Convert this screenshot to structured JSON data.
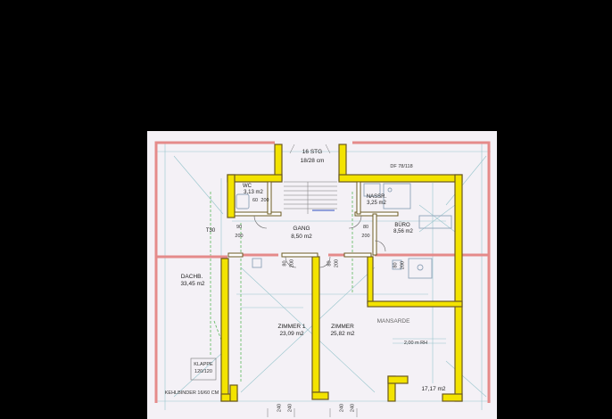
{
  "plan": {
    "colors": {
      "background": "#000000",
      "paper": "#f4f1f6",
      "wall_fill": "#f3e300",
      "wall_stroke": "#6b5a22",
      "roof_line": "#e58a8a",
      "grid": "#8ec0c8",
      "dashed": "#5cb85c",
      "fixture": "#8fa3b8"
    },
    "stairs": {
      "label": "16 STG",
      "sub": "18/28 cm"
    },
    "corner_note": "DF 78/118",
    "rooms": {
      "wc": {
        "name": "WC",
        "area": "3,13 m2"
      },
      "nass": {
        "name": "NASSR.",
        "area": "3,25 m2"
      },
      "gang": {
        "name": "GANG",
        "area": "8,50 m2"
      },
      "buero": {
        "name": "BÜRO",
        "area": "8,56 m2"
      },
      "dach_left": {
        "name": "DACHB.",
        "area": "33,45 m2"
      },
      "zimmer1": {
        "name": "ZIMMER 1",
        "area": "23,09 m2"
      },
      "zimmer2": {
        "name": "ZIMMER",
        "area": "25,82 m2"
      },
      "bottom_right": {
        "area": "17,17 m2"
      }
    },
    "labels": {
      "t30": "T30",
      "mansarde": "MANSARDE",
      "height": "2,00 m RH",
      "klappe": "KLAPPE",
      "klappe_size": "120/120",
      "kehlbinder": "KEHLBINDER 16/60 CM",
      "wc_door": "60",
      "wc_door_h": "200",
      "gang_door_left": "90",
      "gang_door_left_h": "200",
      "gang_door_right": "80",
      "gang_door_right_h": "200",
      "z1_door": "80",
      "z1_door_h": "200",
      "z2_door": "80",
      "z2_door_h": "200",
      "buero_door": "80",
      "buero_door_h": "200",
      "dim_a": "240",
      "dim_b": "240",
      "dim_c": "240",
      "dim_d": "240"
    }
  }
}
